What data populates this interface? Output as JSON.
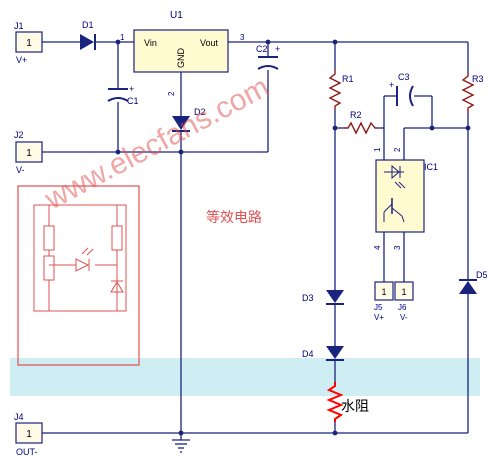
{
  "diagram": {
    "watermark": "www.elecfans.com",
    "equivalent_circuit_label": "等效电路",
    "water_resistance_label": "水阻",
    "connectors": {
      "j1": {
        "ref": "J1",
        "pin": "1",
        "net": "V+"
      },
      "j2": {
        "ref": "J2",
        "pin": "1",
        "net": "V-"
      },
      "j4": {
        "ref": "J4",
        "pin": "1",
        "net": "OUT-"
      },
      "j5": {
        "ref": "J5",
        "pin": "1",
        "net": "V+"
      },
      "j6": {
        "ref": "J6",
        "pin": "1",
        "net": "V-"
      }
    },
    "regulator": {
      "ref": "U1",
      "vin": "Vin",
      "vout": "Vout",
      "gnd": "GND",
      "pin_in": "1",
      "pin_gnd": "2",
      "pin_out": "3"
    },
    "optocoupler": {
      "ref": "IC1",
      "pin1": "1",
      "pin2": "2",
      "pin3": "3",
      "pin4": "4"
    },
    "components": {
      "d1": "D1",
      "d2": "D2",
      "d3": "D3",
      "d4": "D4",
      "d5": "D5",
      "c1": "C1",
      "c1_plus": "+",
      "c2": "C2",
      "c2_plus": "+",
      "c3": "C3",
      "c3_plus": "+",
      "r1": "R1",
      "r2": "R2",
      "r3": "R3"
    },
    "colors": {
      "wire": "#1a237e",
      "part": "#8b1a1a",
      "text": "#000080",
      "connector_fill": "#fffbe6",
      "ic_fill": "#fffad0",
      "watermark": "#e05050",
      "highlight_band": "#bfe8f0",
      "water_resistor": "#ff0000"
    }
  }
}
